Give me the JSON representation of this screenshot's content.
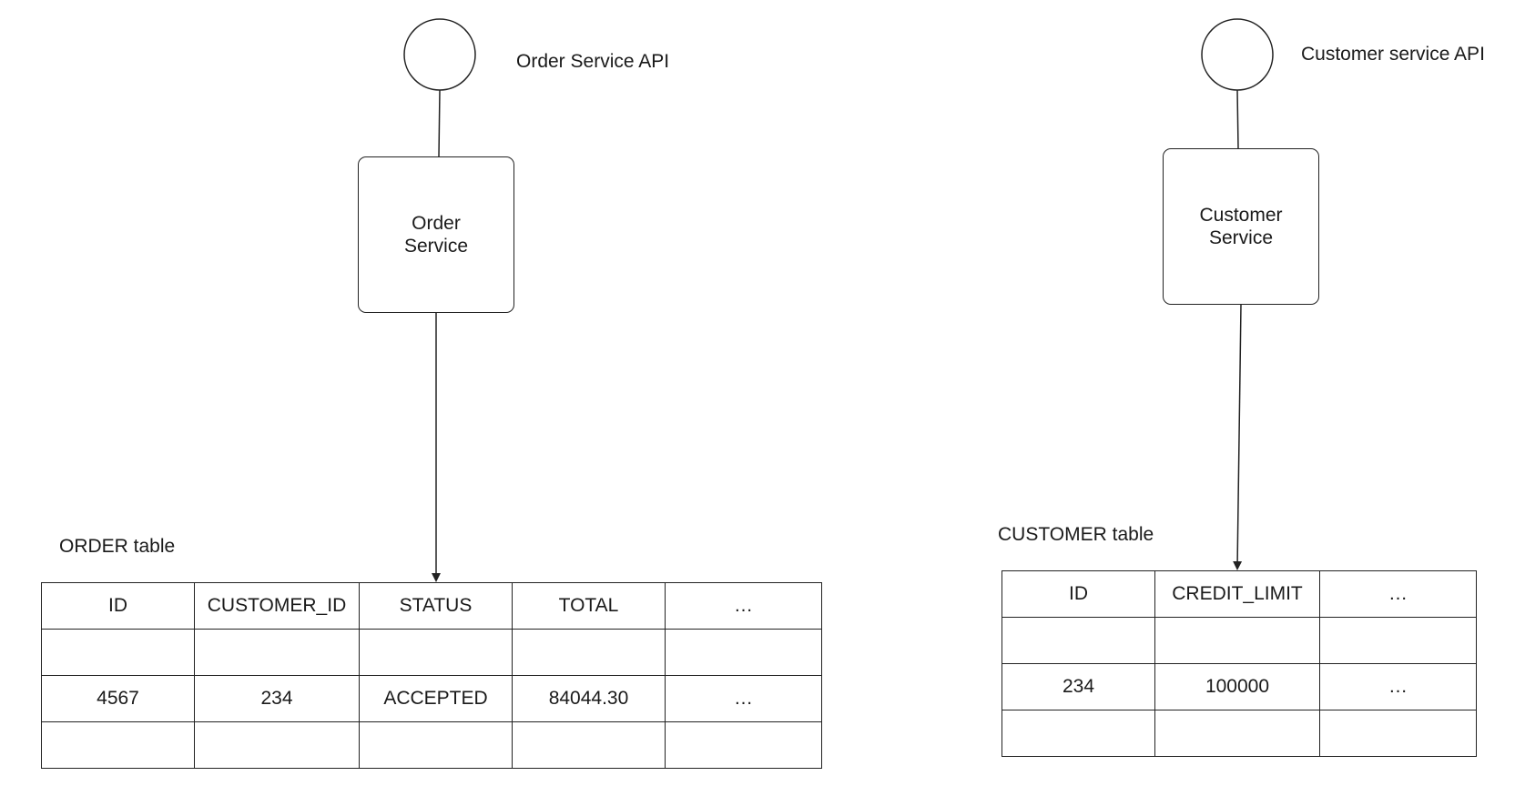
{
  "order": {
    "api_label": "Order Service API",
    "service_label": "Order Service",
    "table_title": "ORDER table",
    "columns": [
      "ID",
      "CUSTOMER_ID",
      "STATUS",
      "TOTAL",
      "…"
    ],
    "rows": [
      [
        "",
        "",
        "",
        "",
        ""
      ],
      [
        "4567",
        "234",
        "ACCEPTED",
        "84044.30",
        "…"
      ],
      [
        "",
        "",
        "",
        "",
        ""
      ]
    ]
  },
  "customer": {
    "api_label": "Customer service API",
    "service_label": "Customer Service",
    "table_title": "CUSTOMER table",
    "columns": [
      "ID",
      "CREDIT_LIMIT",
      "…"
    ],
    "rows": [
      [
        "",
        "",
        ""
      ],
      [
        "234",
        "100000",
        "…"
      ],
      [
        "",
        "",
        ""
      ]
    ]
  }
}
